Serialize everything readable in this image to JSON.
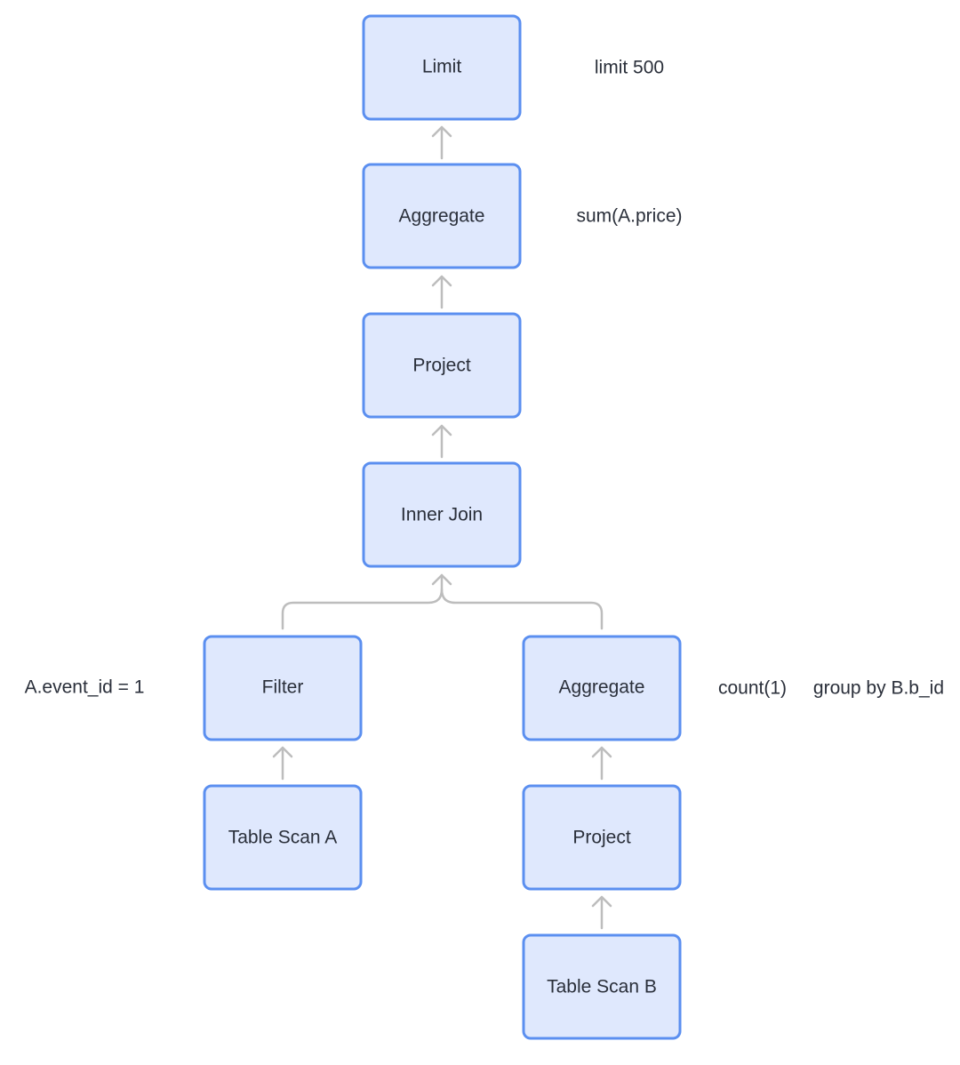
{
  "nodes": {
    "limit": "Limit",
    "aggregate_top": "Aggregate",
    "project_top": "Project",
    "inner_join": "Inner Join",
    "filter": "Filter",
    "aggregate_right": "Aggregate",
    "table_scan_a": "Table Scan A",
    "project_right": "Project",
    "table_scan_b": "Table Scan B"
  },
  "notes": {
    "limit": "limit 500",
    "aggregate_top": "sum(A.price)",
    "filter": "A.event_id = 1",
    "aggregate_right_count": "count(1)",
    "aggregate_right_group": "group by B.b_id"
  },
  "colors": {
    "node_fill": "#dfe8fd",
    "node_border": "#5b8ff0",
    "edge": "#bdbdbd",
    "text": "#2a2f3a"
  }
}
